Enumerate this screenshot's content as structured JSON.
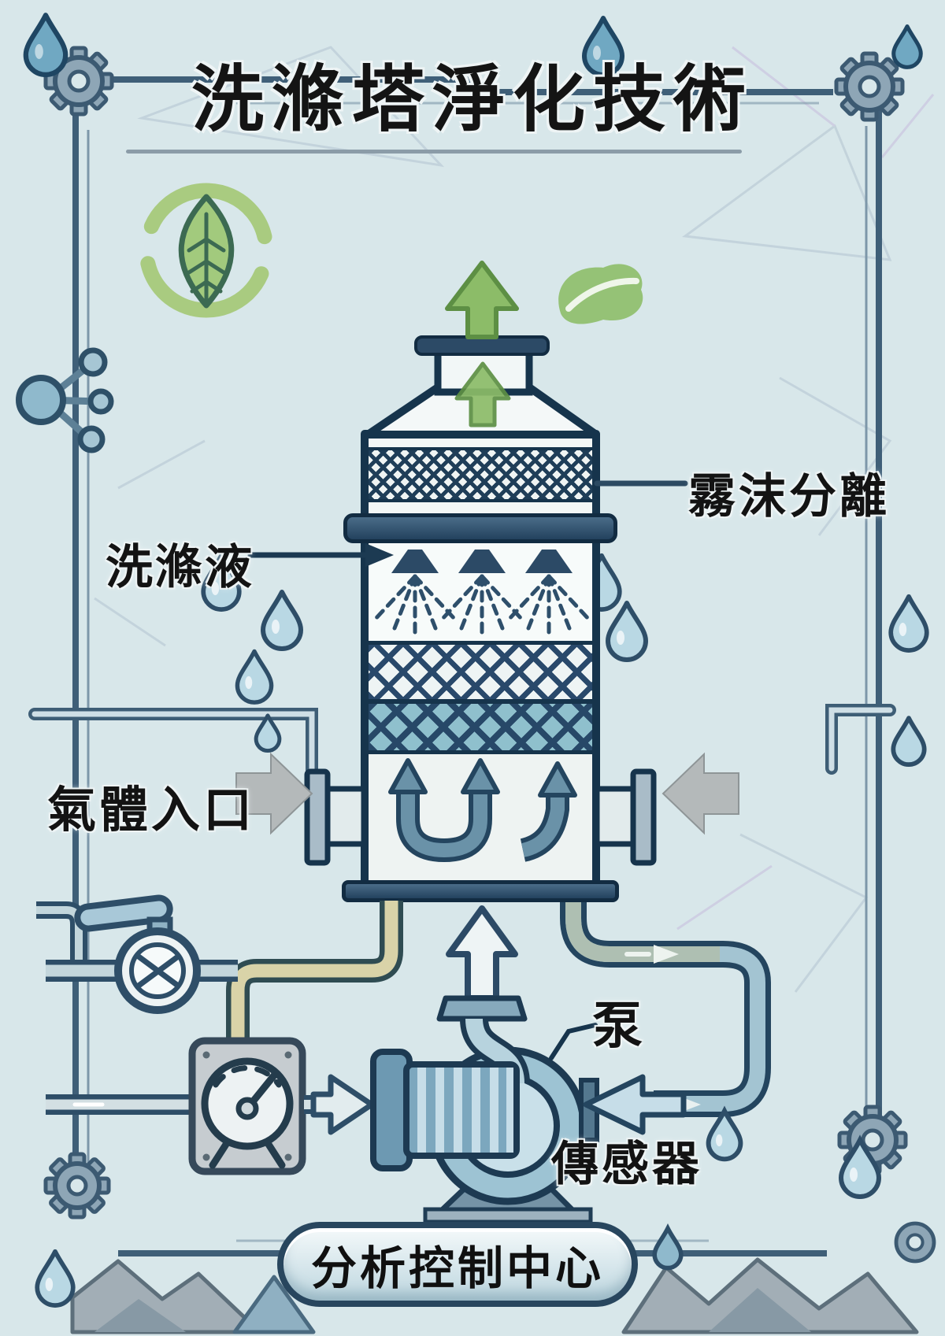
{
  "title": "洗滌塔淨化技術",
  "labels": {
    "mist_separator": "霧沫分離",
    "scrubbing_liquid": "洗滌液",
    "gas_inlet": "氣體入口",
    "pump": "泵",
    "sensor": "傳感器",
    "control_center": "分析控制中心"
  },
  "colors": {
    "background": "#d8e7ea",
    "outline_navy": "#16344c",
    "frame_steel": "#3f5f78",
    "gear_steel": "#8ea6b6",
    "green_arrow": "#8cbc68",
    "leaf_green": "#95c276",
    "eco_ring_green": "#a9cb80",
    "water_drop_light": "#b9d8e4",
    "water_drop_dark": "#70a8c2",
    "pipe_tan": "#d9d3a8",
    "pipe_blue": "#a3c4d2",
    "pipe_green": "#aebfb2",
    "gray_arrow": "#b4b9ba",
    "packing_teal": "#8fc0cd"
  }
}
